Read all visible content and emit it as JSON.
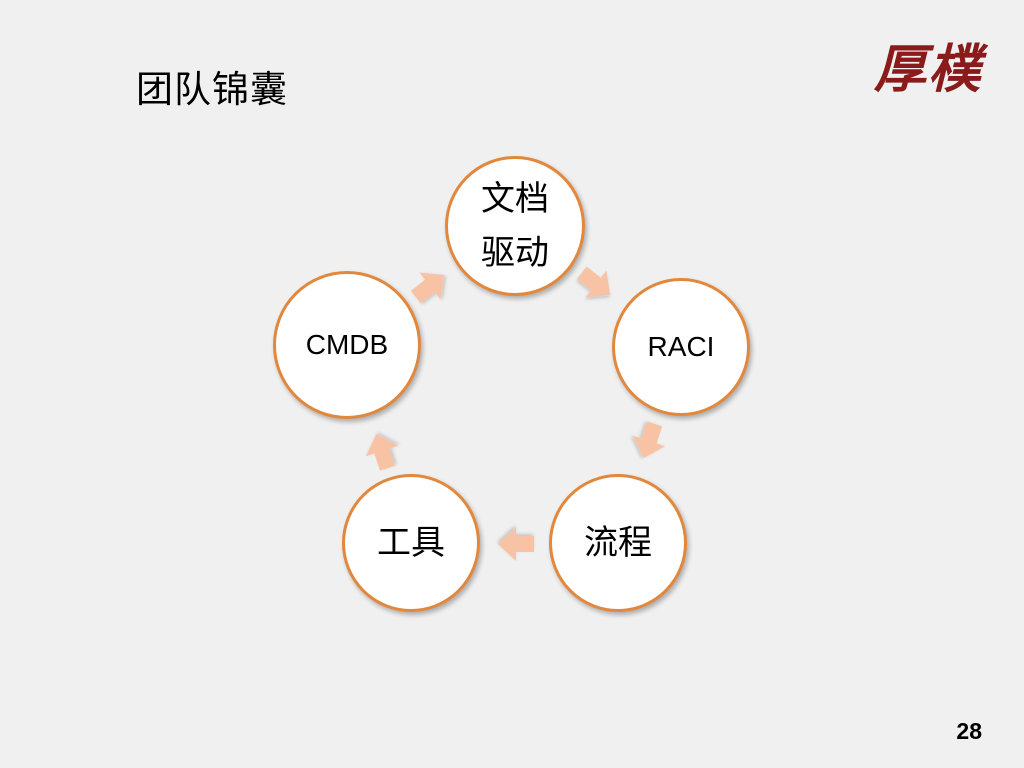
{
  "slide": {
    "title": "团队锦囊",
    "logo_text": "厚樸",
    "page_number": "28"
  },
  "cycle": {
    "nodes": [
      {
        "lines": [
          "文档",
          "驱动"
        ]
      },
      {
        "lines": [
          "RACI"
        ]
      },
      {
        "lines": [
          "流程"
        ]
      },
      {
        "lines": [
          "工具"
        ]
      },
      {
        "lines": [
          "CMDB"
        ]
      }
    ],
    "arrow_icon": "block-arrow-icon"
  },
  "colors": {
    "background": "#f0f0f0",
    "circle_border": "#e2883d",
    "arrow_fill": "#f8c3a4",
    "logo": "#8b1b1b",
    "text": "#000000"
  }
}
